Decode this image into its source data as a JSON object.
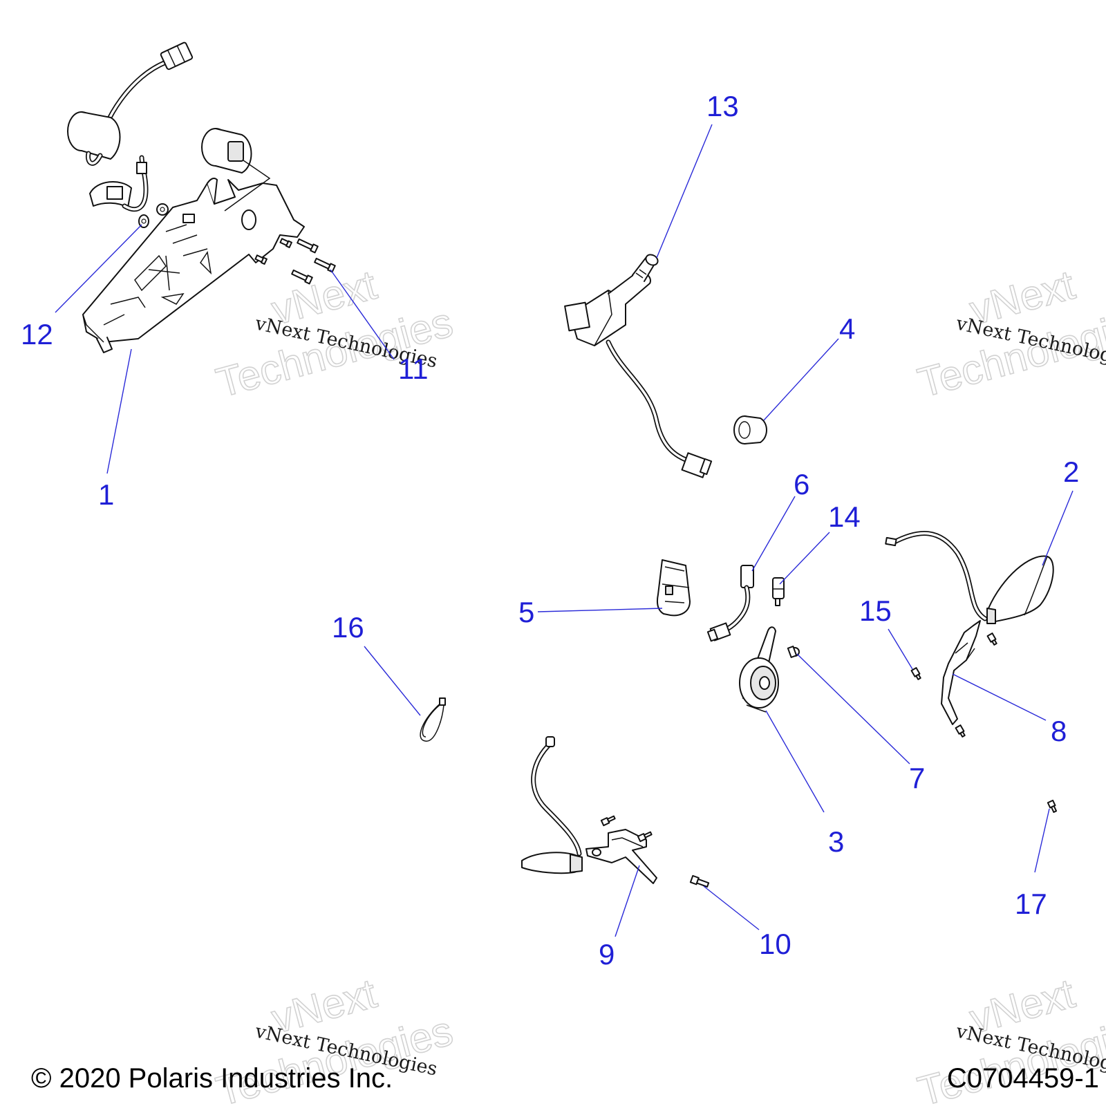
{
  "callouts": [
    {
      "id": "1",
      "label": "1"
    },
    {
      "id": "2",
      "label": "2"
    },
    {
      "id": "3",
      "label": "3"
    },
    {
      "id": "4",
      "label": "4"
    },
    {
      "id": "5",
      "label": "5"
    },
    {
      "id": "6",
      "label": "6"
    },
    {
      "id": "7",
      "label": "7"
    },
    {
      "id": "8",
      "label": "8"
    },
    {
      "id": "9",
      "label": "9"
    },
    {
      "id": "10",
      "label": "10"
    },
    {
      "id": "11",
      "label": "11"
    },
    {
      "id": "12",
      "label": "12"
    },
    {
      "id": "13",
      "label": "13"
    },
    {
      "id": "14",
      "label": "14"
    },
    {
      "id": "15",
      "label": "15"
    },
    {
      "id": "16",
      "label": "16"
    },
    {
      "id": "17",
      "label": "17"
    }
  ],
  "watermark": {
    "brand_line1": "vNext",
    "brand_line2": "Technologies",
    "caption": "vNext Technologies"
  },
  "footer": {
    "copyright": "© 2020 Polaris Industries Inc.",
    "drawing_code": "C0704459-1"
  },
  "colors": {
    "callout": "#1f1fd6",
    "leader": "#2a2ad8",
    "line_art": "#111111",
    "watermark": "#d2d2d2"
  }
}
